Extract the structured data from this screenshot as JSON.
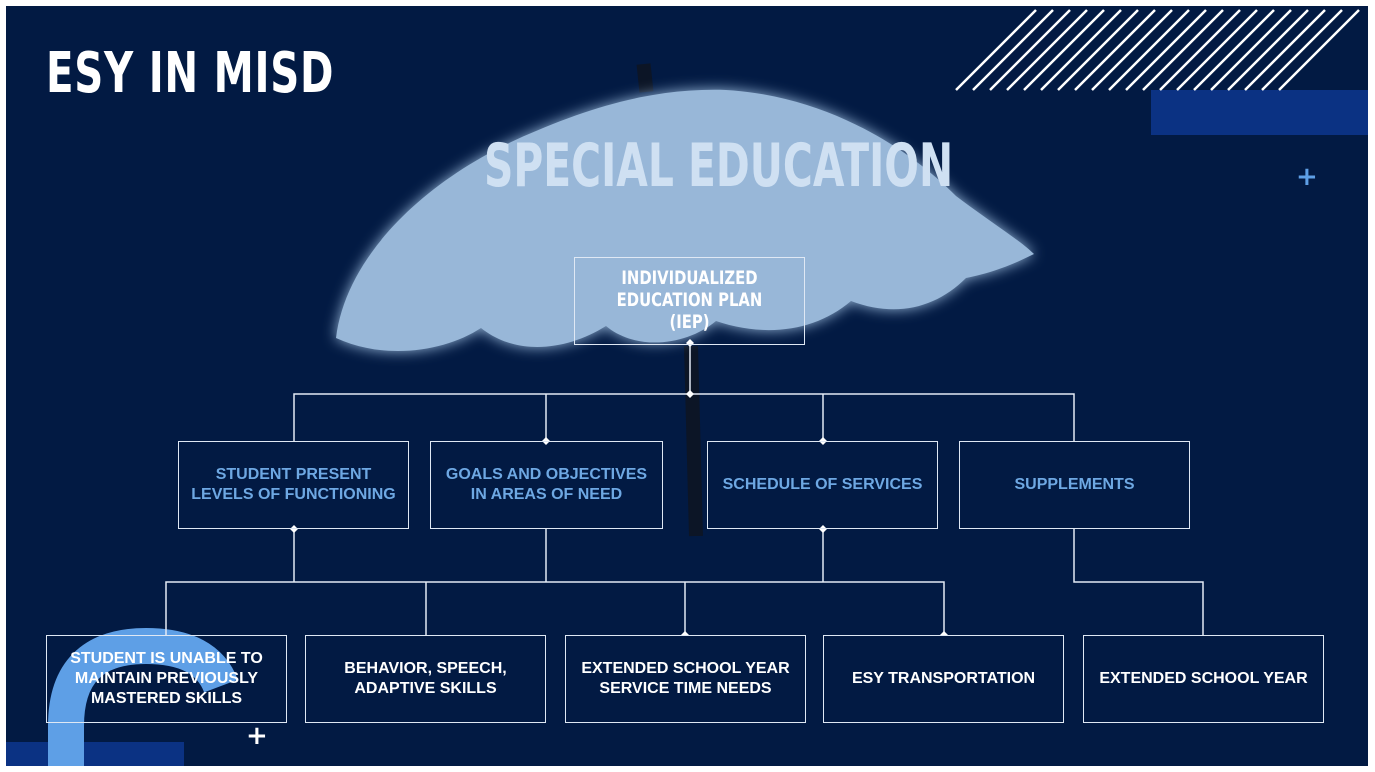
{
  "slide": {
    "title": "ESY IN MISD",
    "umbrella_label": "SPECIAL EDUCATION"
  },
  "diagram": {
    "root": "INDIVIDUALIZED EDUCATION PLAN (IEP)",
    "level1": [
      "STUDENT PRESENT LEVELS OF FUNCTIONING",
      "GOALS AND OBJECTIVES IN AREAS OF NEED",
      "SCHEDULE OF SERVICES",
      "SUPPLEMENTS"
    ],
    "level2": [
      "STUDENT IS UNABLE TO MAINTAIN PREVIOUSLY MASTERED SKILLS",
      "BEHAVIOR, SPEECH, ADAPTIVE SKILLS",
      "EXTENDED SCHOOL YEAR SERVICE TIME NEEDS",
      "ESY TRANSPORTATION",
      "EXTENDED SCHOOL YEAR"
    ]
  },
  "colors": {
    "background": "#021a43",
    "accent_blue": "#0b3283",
    "umbrella": "#98b7d8",
    "level1_text": "#6ea8e3",
    "light_blue": "#5e9fe6"
  },
  "decorations": {
    "plus_symbol": "+",
    "icons": [
      "plus-icon",
      "stripes-pattern",
      "arc-shape",
      "umbrella-graphic"
    ]
  }
}
